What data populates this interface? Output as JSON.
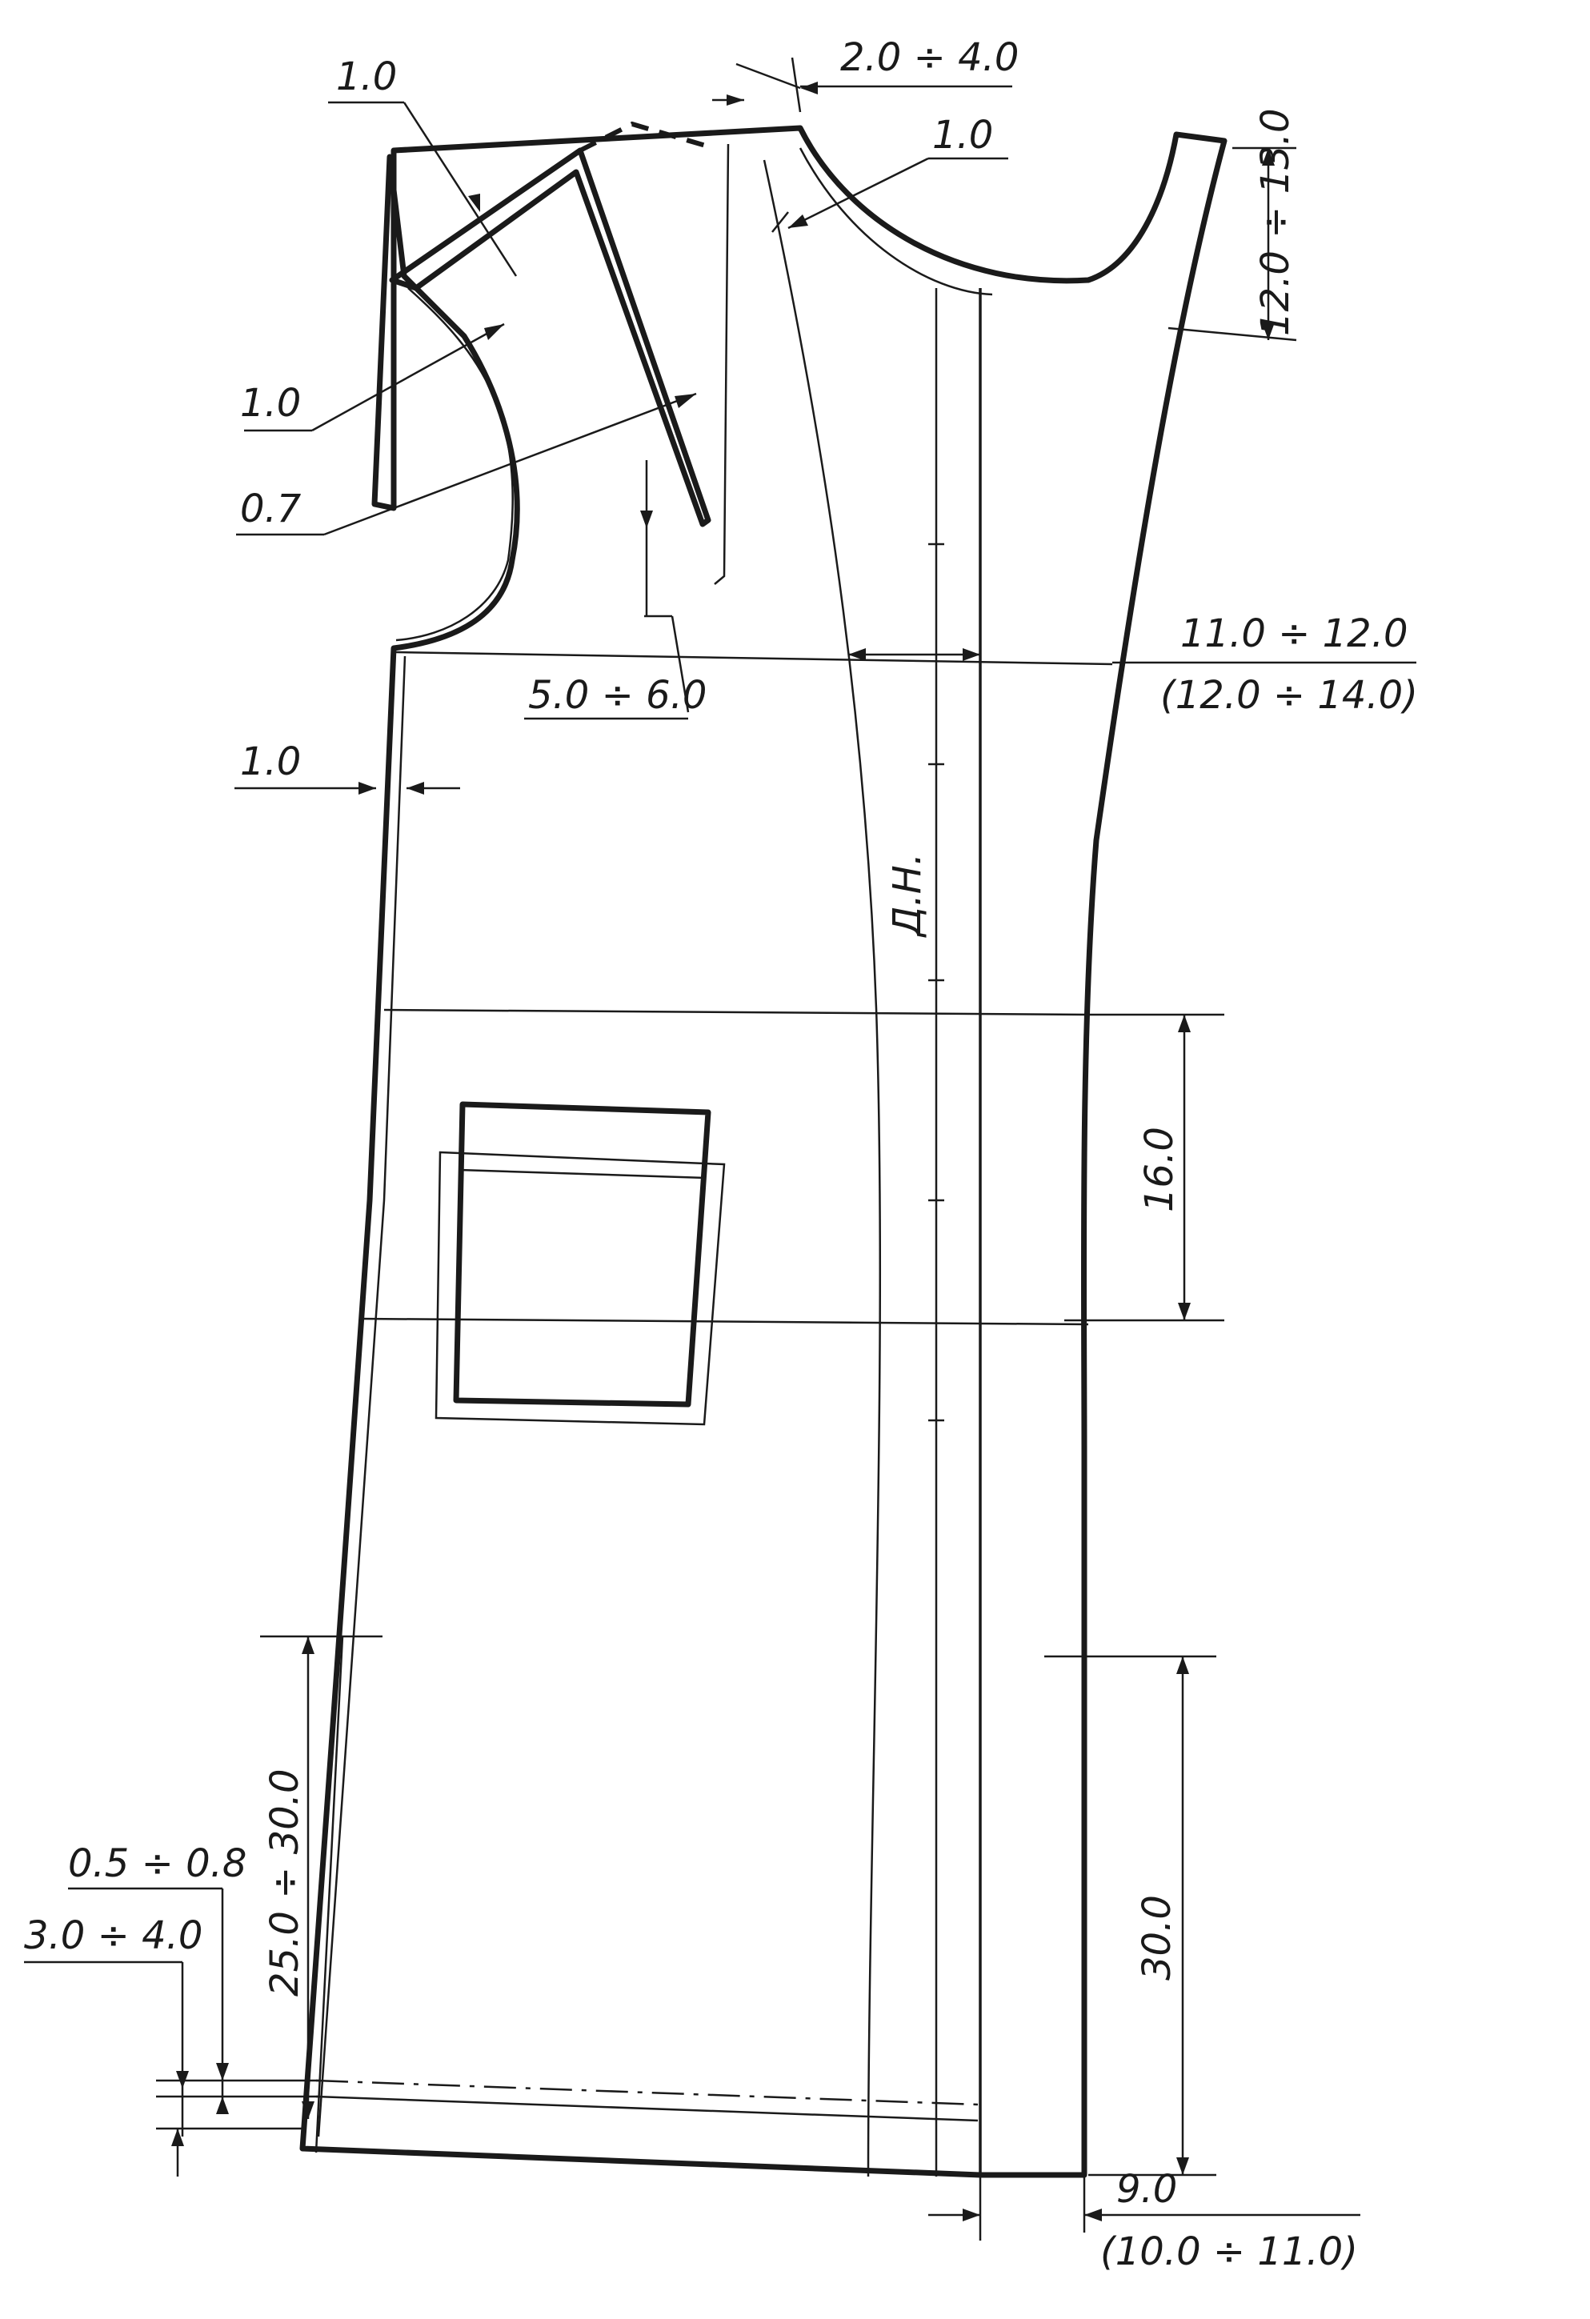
{
  "labels": {
    "dart_top_allowance": "2.0 ÷ 4.0",
    "neckline_allowance": "1.0",
    "shoulder_allowance": "1.0",
    "armhole_allowance_upper": "1.0",
    "armhole_allowance_lower": "0.7",
    "dart_depth": "5.0 ÷ 6.0",
    "side_allowance": "1.0",
    "neck_depth": "12.0 ÷ 13.0",
    "bust_offset": "11.0 ÷ 12.0",
    "bust_offset_alt": "(12.0 ÷ 14.0)",
    "center_line": "Д.Н.",
    "pocket_band": "16.0",
    "slit_length": "25.0 ÷ 30.0",
    "hem_allowance_small": "0.5 ÷ 0.8",
    "hem_allowance": "3.0 ÷ 4.0",
    "lower_height": "30.0",
    "bottom_offset": "9.0",
    "bottom_offset_alt": "(10.0 ÷ 11.0)"
  }
}
